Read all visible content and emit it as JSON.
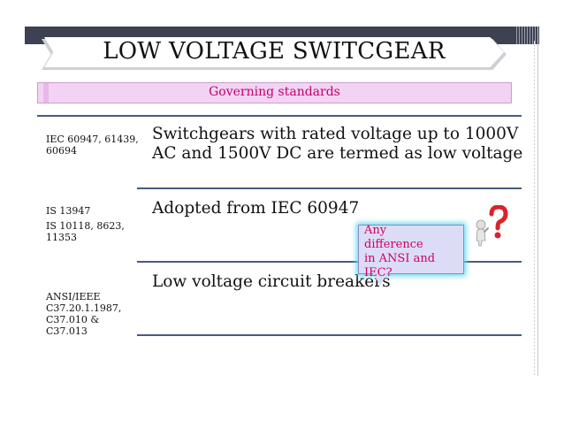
{
  "title": "LOW VOLTAGE SWITCGEAR",
  "section_label": "Governing standards",
  "rows": [
    {
      "standards": [
        "IEC 60947, 61439,",
        "60694"
      ],
      "description": [
        "Switchgears with rated voltage up to 1000V",
        "AC and 1500V DC are termed as low voltage"
      ]
    },
    {
      "standards": [
        "IS 13947",
        "IS 10118, 8623,",
        "11353"
      ],
      "description": [
        "Adopted from IEC 60947"
      ]
    },
    {
      "standards": [
        "ANSI/IEEE",
        "C37.20.1.1987,",
        "C37.010 &",
        "C37.013"
      ],
      "description": [
        "Low voltage circuit breakers"
      ]
    }
  ],
  "callout": {
    "lines": [
      "Any difference",
      "in ANSI and",
      "IEC?"
    ]
  },
  "icons": {
    "figure": "question-figure-icon"
  },
  "colors": {
    "header_band": "#3d4152",
    "section_bg": "#f3d3f3",
    "section_text": "#c0006a",
    "callout_text": "#d0006a",
    "divider": "#4a5a7a"
  }
}
